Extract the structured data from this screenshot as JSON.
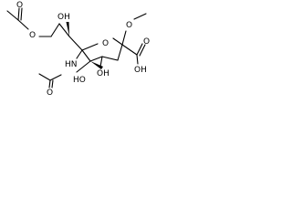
{
  "molecule": {
    "atom_labels": {
      "o_ester_top": "O",
      "o_ester_mid": "O",
      "oh_top": "OH",
      "o_ring": "O",
      "o_methoxy": "O",
      "nh": "HN",
      "ho_left": "HO",
      "oh_bottom": "OH",
      "oh_acid": "OH",
      "o_acid": "O",
      "o_amide": "O"
    }
  }
}
